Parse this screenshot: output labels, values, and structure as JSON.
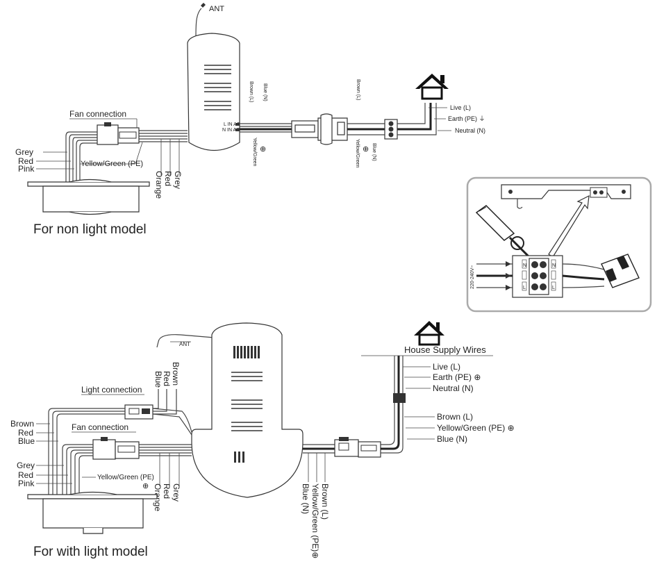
{
  "top": {
    "ant": "ANT",
    "fan_connection": "Fan connection",
    "left_wires": [
      "Grey",
      "Red",
      "Pink"
    ],
    "yellow_green": "Yellow/Green (PE)",
    "bottom_wires": [
      "Orange",
      "Red",
      "Grey"
    ],
    "receiver_terminals": [
      "L IN AC",
      "N IN AC"
    ],
    "receiver_out_wires": [
      "Brown (L)",
      "Blue (N)"
    ],
    "receiver_pe": "Yellow/Green",
    "terminal_wires_top": "Brown (L)",
    "terminal_wires_bottom": [
      "Yellow/Green",
      "Blue (N)"
    ],
    "supply_wires": [
      "Live (L)",
      "Earth (PE) ⏚",
      "Neutral (N)"
    ],
    "caption": "For non light model"
  },
  "inset": {
    "voltage": "220-240V~",
    "terminal_letters": [
      "N",
      "N",
      "L",
      "L"
    ]
  },
  "bottom": {
    "ant": "ANT",
    "light_connection": "Light connection",
    "light_wires": [
      "Blue",
      "Red",
      "Brown"
    ],
    "fan_connection": "Fan connection",
    "left_wires_upper": [
      "Brown",
      "Red",
      "Blue"
    ],
    "left_wires_lower": [
      "Grey",
      "Red",
      "Pink"
    ],
    "yellow_green": "Yellow/Green (PE)",
    "bottom_wires": [
      "Orange",
      "Red",
      "Grey"
    ],
    "house_supply": "House Supply Wires",
    "supply_wires": [
      "Live (L)",
      "Earth (PE) ⊕",
      "Neutral (N)"
    ],
    "fan_wires": [
      "Brown (L)",
      "Yellow/Green (PE) ⊕",
      "Blue (N)"
    ],
    "receiver_out_wires": [
      "Blue (N)",
      "Yellow/Green (PE)⊕",
      "Brown (L)"
    ],
    "caption": "For with light model"
  }
}
